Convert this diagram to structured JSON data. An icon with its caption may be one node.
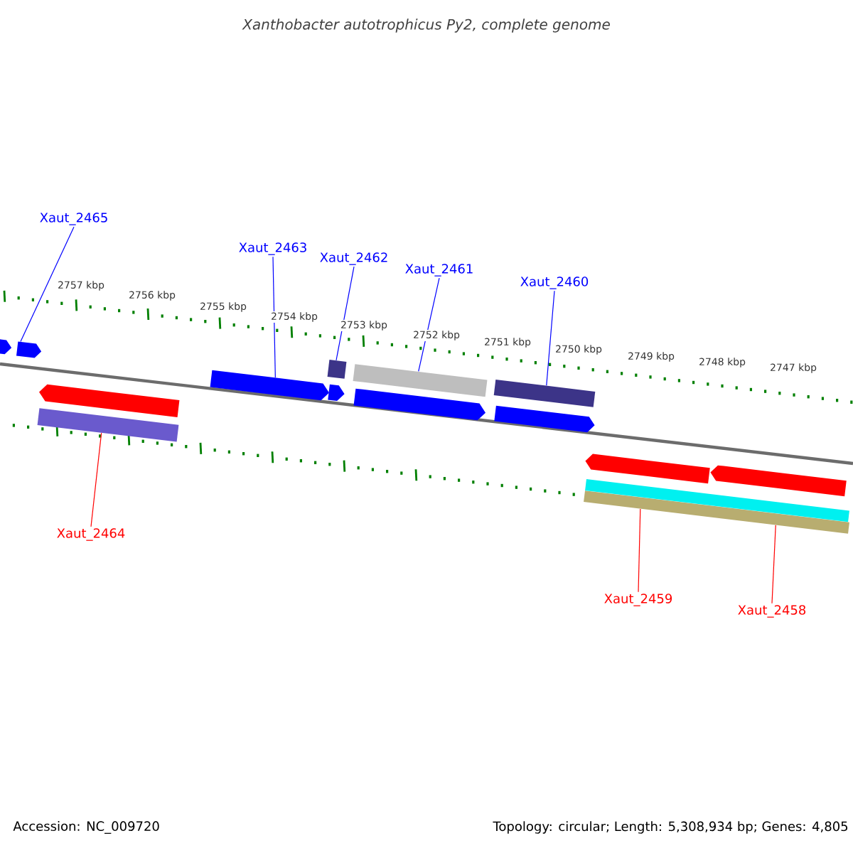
{
  "diagram": {
    "title": "Xanthobacter autotrophicus Py2, complete genome",
    "nodes": [
      {
        "text": [
          "Xaut_2465"
        ]
      },
      {
        "text": [
          "Xaut_2463"
        ]
      },
      {
        "text": [
          "Xaut_2462"
        ]
      },
      {
        "text": [
          "Xaut_2461"
        ]
      },
      {
        "text": [
          "Xaut_2460"
        ]
      },
      {
        "text": [
          "Xaut_2464"
        ]
      },
      {
        "text": [
          "Xaut_2459"
        ]
      },
      {
        "text": [
          "Xaut_2458"
        ]
      },
      {
        "text": [],
        "shape": "pentagon"
      },
      {
        "text": [],
        "shape": "pentagon"
      },
      {
        "text": [],
        "shape": "bar"
      },
      {
        "text": [],
        "shape": "pentagon"
      },
      {
        "text": [],
        "shape": "pentagon"
      },
      {
        "text": [],
        "shape": "pentagon"
      },
      {
        "text": [],
        "shape": "bar"
      },
      {
        "text": [],
        "shape": "pentagon"
      },
      {
        "text": [],
        "shape": "bar"
      },
      {
        "text": [],
        "shape": "pentagon"
      },
      {
        "text": [],
        "shape": "bar"
      },
      {
        "text": [],
        "shape": "bar"
      },
      {
        "text": [],
        "shape": "bar"
      },
      {
        "text": [],
        "shape": "pentagon"
      },
      {
        "text": [],
        "shape": "pentagon"
      }
    ],
    "edges": [
      {
        "from": 0,
        "to": 9,
        "arrow": "none"
      },
      {
        "from": 1,
        "to": 12,
        "arrow": "none"
      },
      {
        "from": 2,
        "to": 14,
        "arrow": "none"
      },
      {
        "from": 3,
        "to": 16,
        "arrow": "none"
      },
      {
        "from": 4,
        "to": 18,
        "arrow": "none"
      },
      {
        "from": 5,
        "to": 10,
        "arrow": "none",
        "color": "#ff0000"
      },
      {
        "from": 6,
        "to": 19,
        "arrow": "none",
        "color": "#ff0000"
      },
      {
        "from": 7,
        "to": 19,
        "arrow": "none",
        "color": "#ff0000"
      }
    ],
    "labels": [
      "2757 kbp",
      "2756 kbp",
      "2755 kbp",
      "2754 kbp",
      "2753 kbp",
      "2752 kbp",
      "2751 kbp",
      "2750 kbp",
      "2749 kbp",
      "2748 kbp",
      "2747 kbp",
      "Accession: NC_009720",
      "Topology: circular; Length: 5,308,934 bp; Genes: 4,805"
    ]
  }
}
